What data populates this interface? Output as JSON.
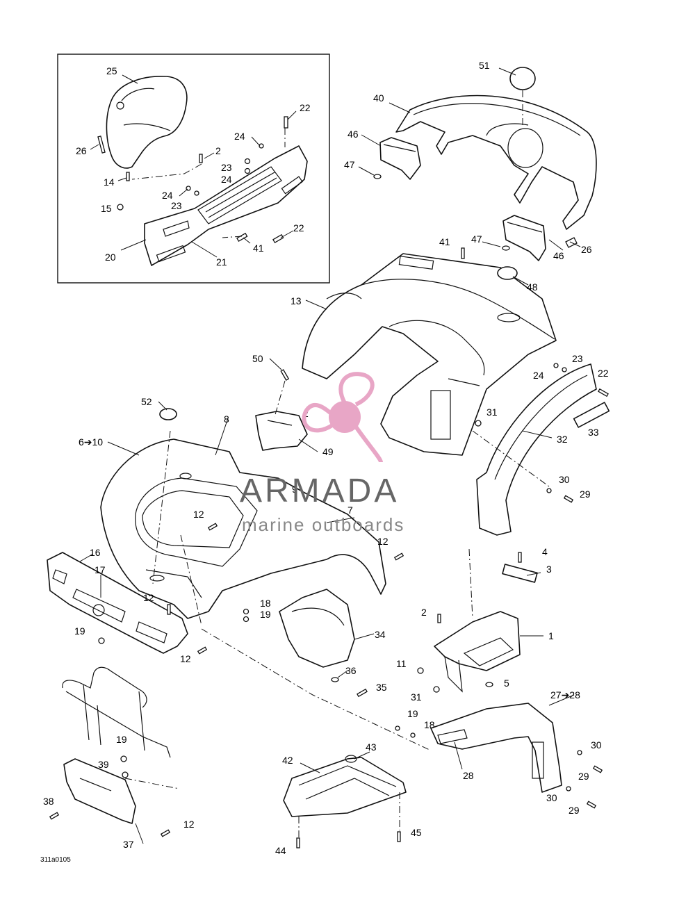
{
  "watermark": {
    "brand": "ARMADA",
    "tagline": "marine outboards",
    "accent_color": "#e8a6c6"
  },
  "drawing_code": "311a0105",
  "callouts": {
    "c1": "1",
    "c2a": "2",
    "c2b": "2",
    "c2c": "2",
    "c3": "3",
    "c4": "4",
    "c5": "5",
    "c6_10": "6➔10",
    "c7": "7",
    "c8": "8",
    "c9": "9",
    "c11": "11",
    "c12a": "12",
    "c12b": "12",
    "c12c": "12",
    "c12d": "12",
    "c12e": "12",
    "c13": "13",
    "c14": "14",
    "c15": "15",
    "c16": "16",
    "c17": "17",
    "c18a": "18",
    "c18b": "18",
    "c19a": "19",
    "c19b": "19",
    "c19c": "19",
    "c19d": "19",
    "c20": "20",
    "c21": "21",
    "c22a": "22",
    "c22b": "22",
    "c22c": "22",
    "c23a": "23",
    "c23b": "23",
    "c23c": "23",
    "c24a": "24",
    "c24b": "24",
    "c24c": "24",
    "c24d": "24",
    "c25": "25",
    "c26a": "26",
    "c26b": "26",
    "c27_28": "27➔28",
    "c28": "28",
    "c29a": "29",
    "c29b": "29",
    "c29c": "29",
    "c30a": "30",
    "c30b": "30",
    "c30c": "30",
    "c31a": "31",
    "c31b": "31",
    "c32": "32",
    "c33": "33",
    "c34": "34",
    "c35": "35",
    "c36": "36",
    "c37": "37",
    "c38": "38",
    "c39": "39",
    "c40": "40",
    "c41a": "41",
    "c41b": "41",
    "c42": "42",
    "c43": "43",
    "c44": "44",
    "c45": "45",
    "c46a": "46",
    "c46b": "46",
    "c47a": "47",
    "c47b": "47",
    "c48": "48",
    "c49": "49",
    "c50": "50",
    "c51": "51",
    "c52": "52"
  }
}
